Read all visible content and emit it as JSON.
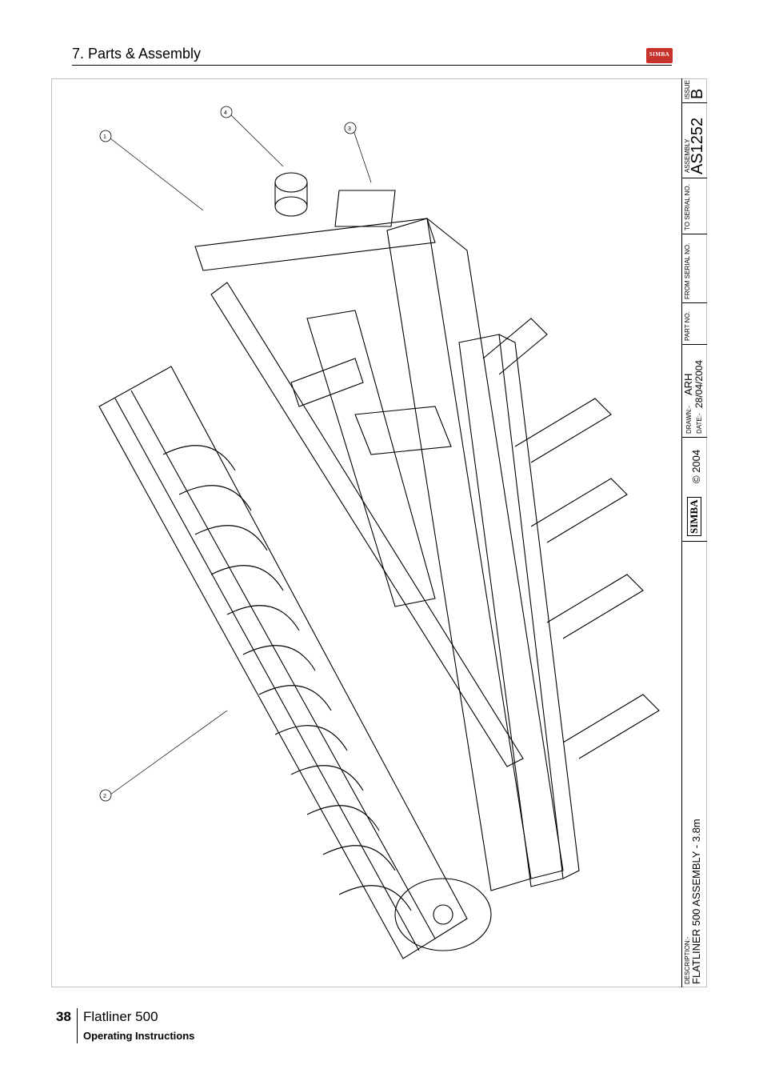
{
  "header": {
    "section_title": "7. Parts & Assembly",
    "logo_text": "SIMBA"
  },
  "title_block": {
    "issue_label": "ISSUE",
    "issue_value": "B",
    "assembly_label": "ASSEMBLY",
    "assembly_value": "AS1252",
    "to_serial_label": "TO SERIAL NO.",
    "from_serial_label": "FROM SERIAL NO.",
    "part_no_label": "PART NO.",
    "drawn_label": "DRAWN:-",
    "drawn_value": "ARH",
    "date_label": "DATE:-",
    "date_value": "28/04/2004",
    "copyright": "© 2004",
    "logo_text": "SIMBA",
    "description_label": "DESCRIPTION:-",
    "description_value": "FLATLINER 500 ASSEMBLY - 3.8m"
  },
  "callouts": [
    "1",
    "2",
    "3",
    "4"
  ],
  "footer": {
    "page_number": "38",
    "model": "Flatliner 500",
    "subtitle": "Operating Instructions"
  }
}
